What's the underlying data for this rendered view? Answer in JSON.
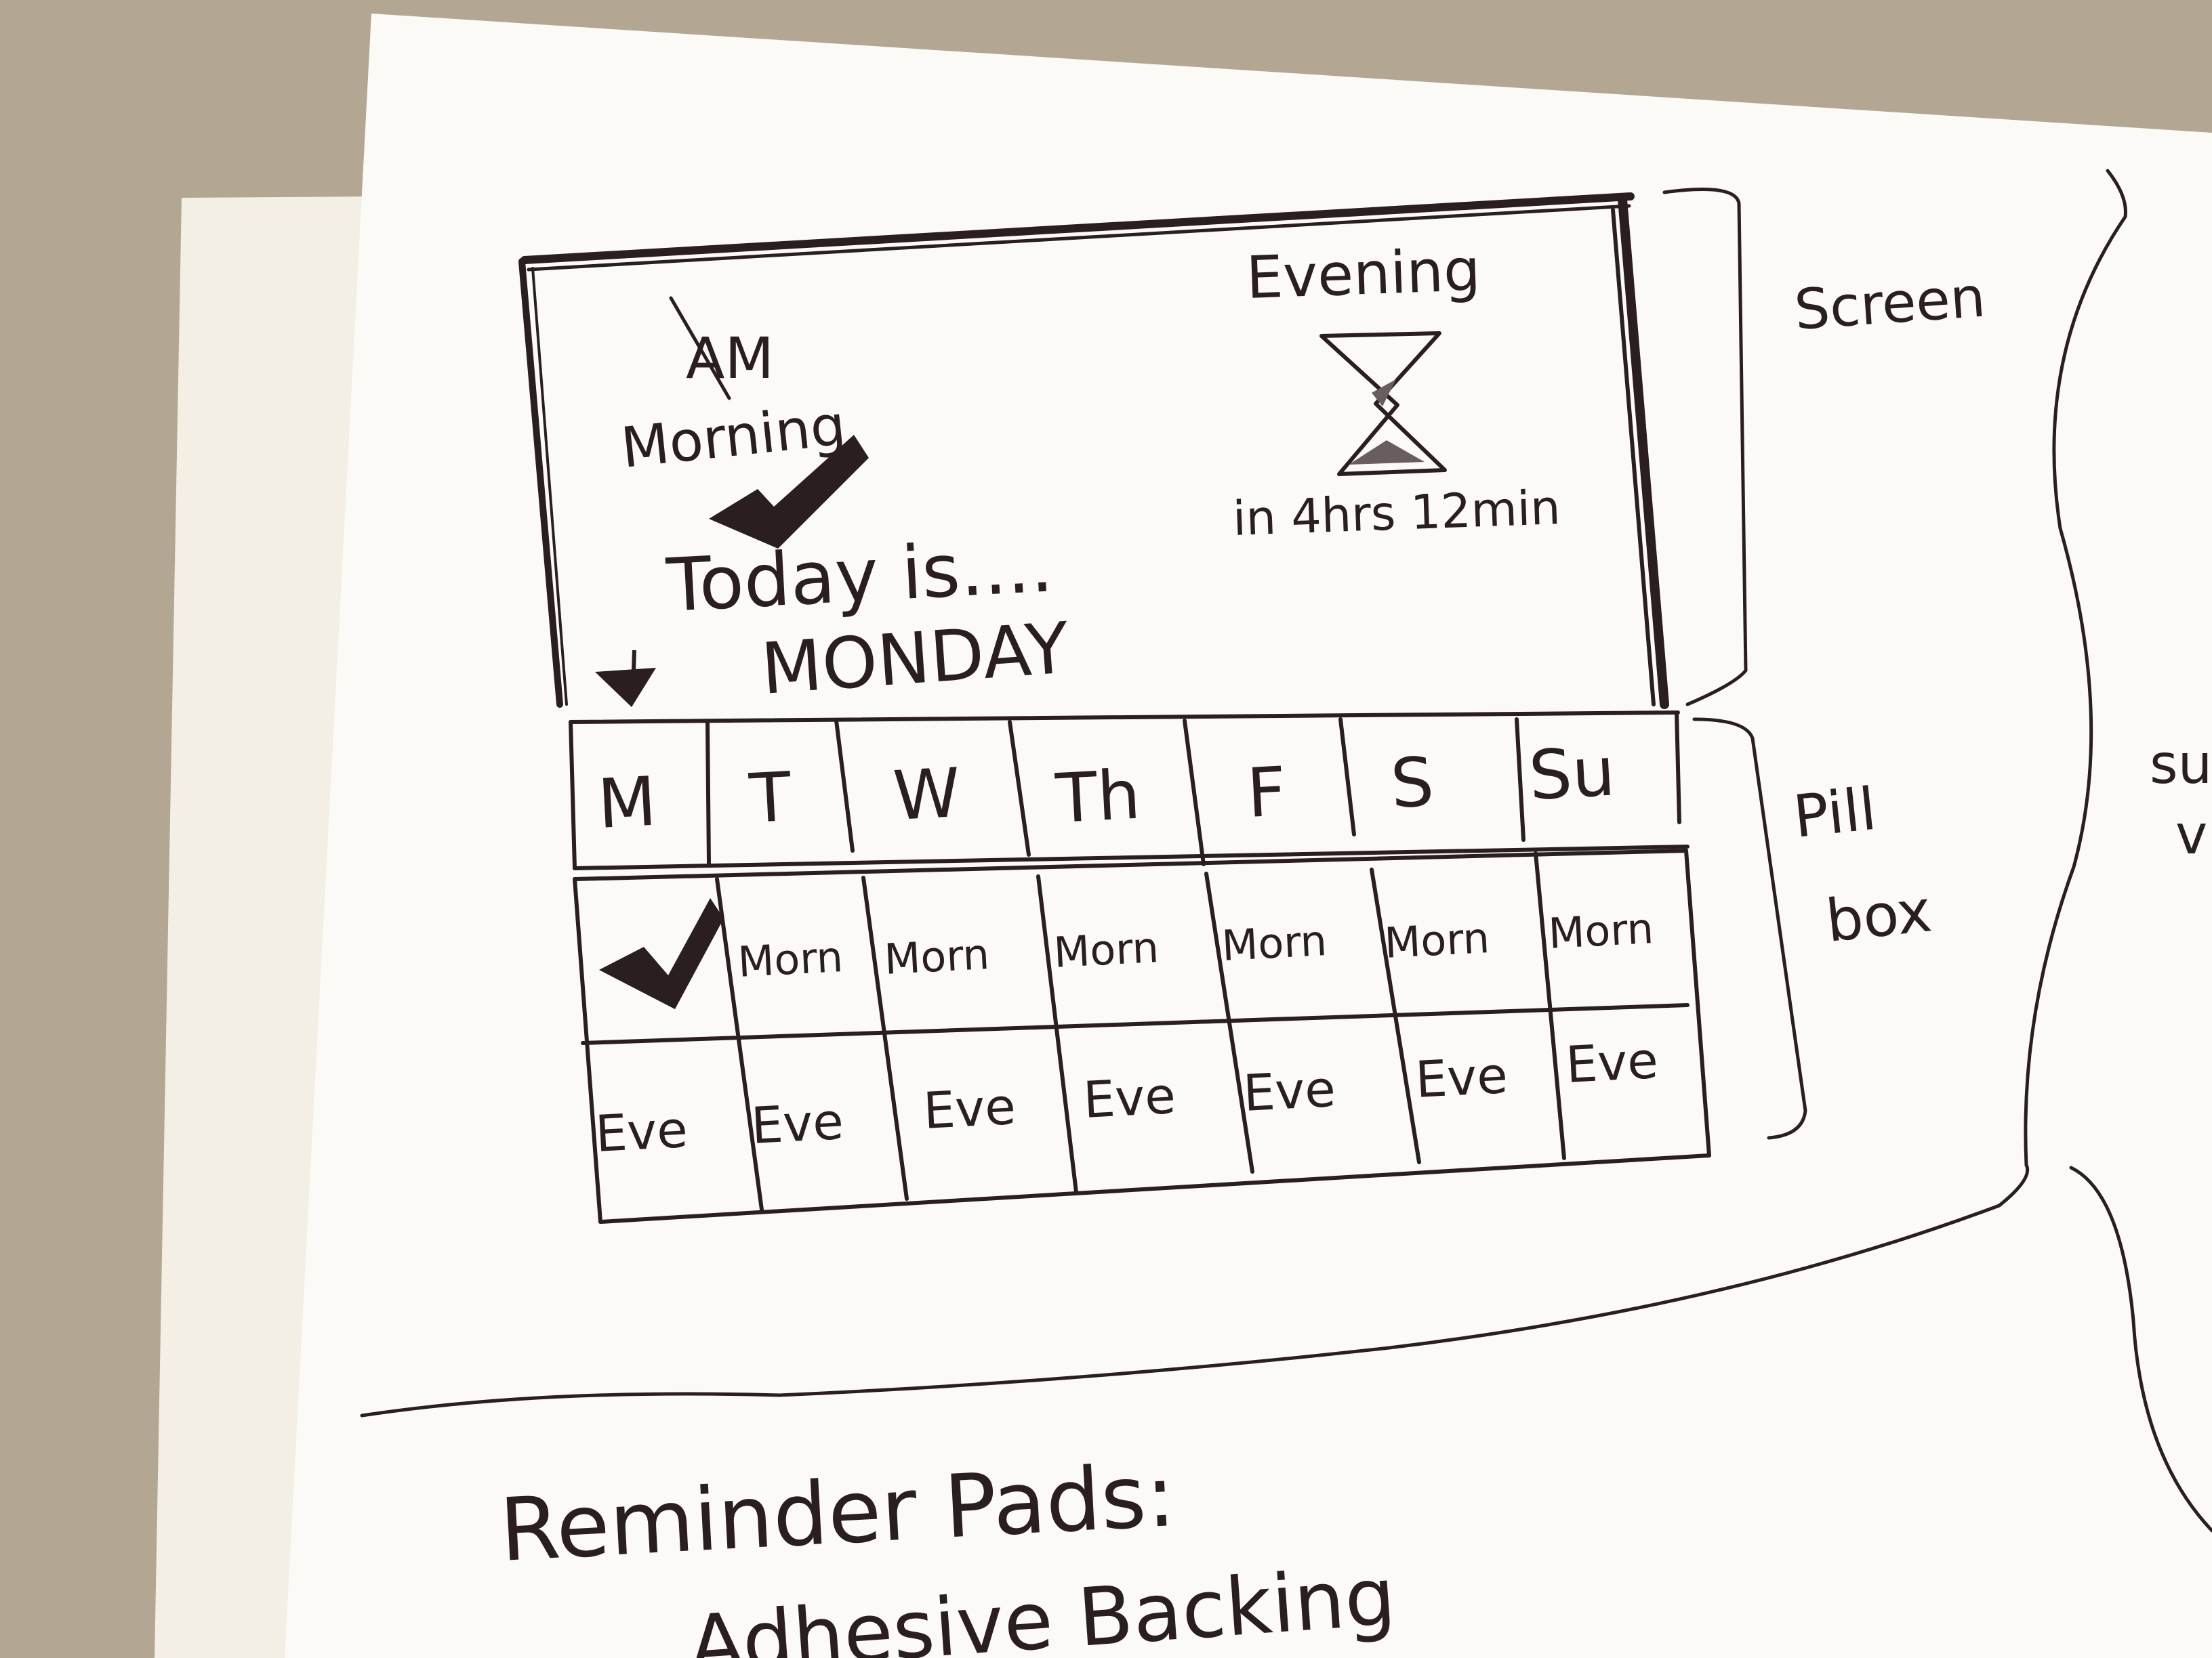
{
  "screen_sketch": {
    "scribble_text": "AM",
    "morning_label": "Morning",
    "evening_label": "Evening",
    "countdown_text": "in 4hrs 12min",
    "today_prefix": "Today is....",
    "today_day": "MONDAY"
  },
  "annotations": {
    "screen": "Screen",
    "pill_box_line1": "Pill",
    "pill_box_line2": "box",
    "cut_off": "su\nv"
  },
  "pill_box": {
    "days": [
      "M",
      "T",
      "W",
      "Th",
      "F",
      "S",
      "Su"
    ],
    "morning_cells": [
      "",
      "Morn",
      "Morn",
      "Morn",
      "Morn",
      "Morn",
      "Morn"
    ],
    "evening_cells": [
      "Eve",
      "Eve",
      "Eve",
      "Eve",
      "Eve",
      "Eve",
      "Eve"
    ],
    "checked_cell": "monday-morning"
  },
  "notes": {
    "heading": "Reminder Pads:",
    "line1": "Adhesive Backing"
  },
  "icons": [
    "checkmark-icon",
    "hourglass-icon",
    "down-arrow-icon"
  ],
  "colors": {
    "ink": "#2b1e20",
    "paper": "#fbfaf7",
    "back_paper": "#f6f3ea",
    "table_surface": "#b3a794"
  }
}
